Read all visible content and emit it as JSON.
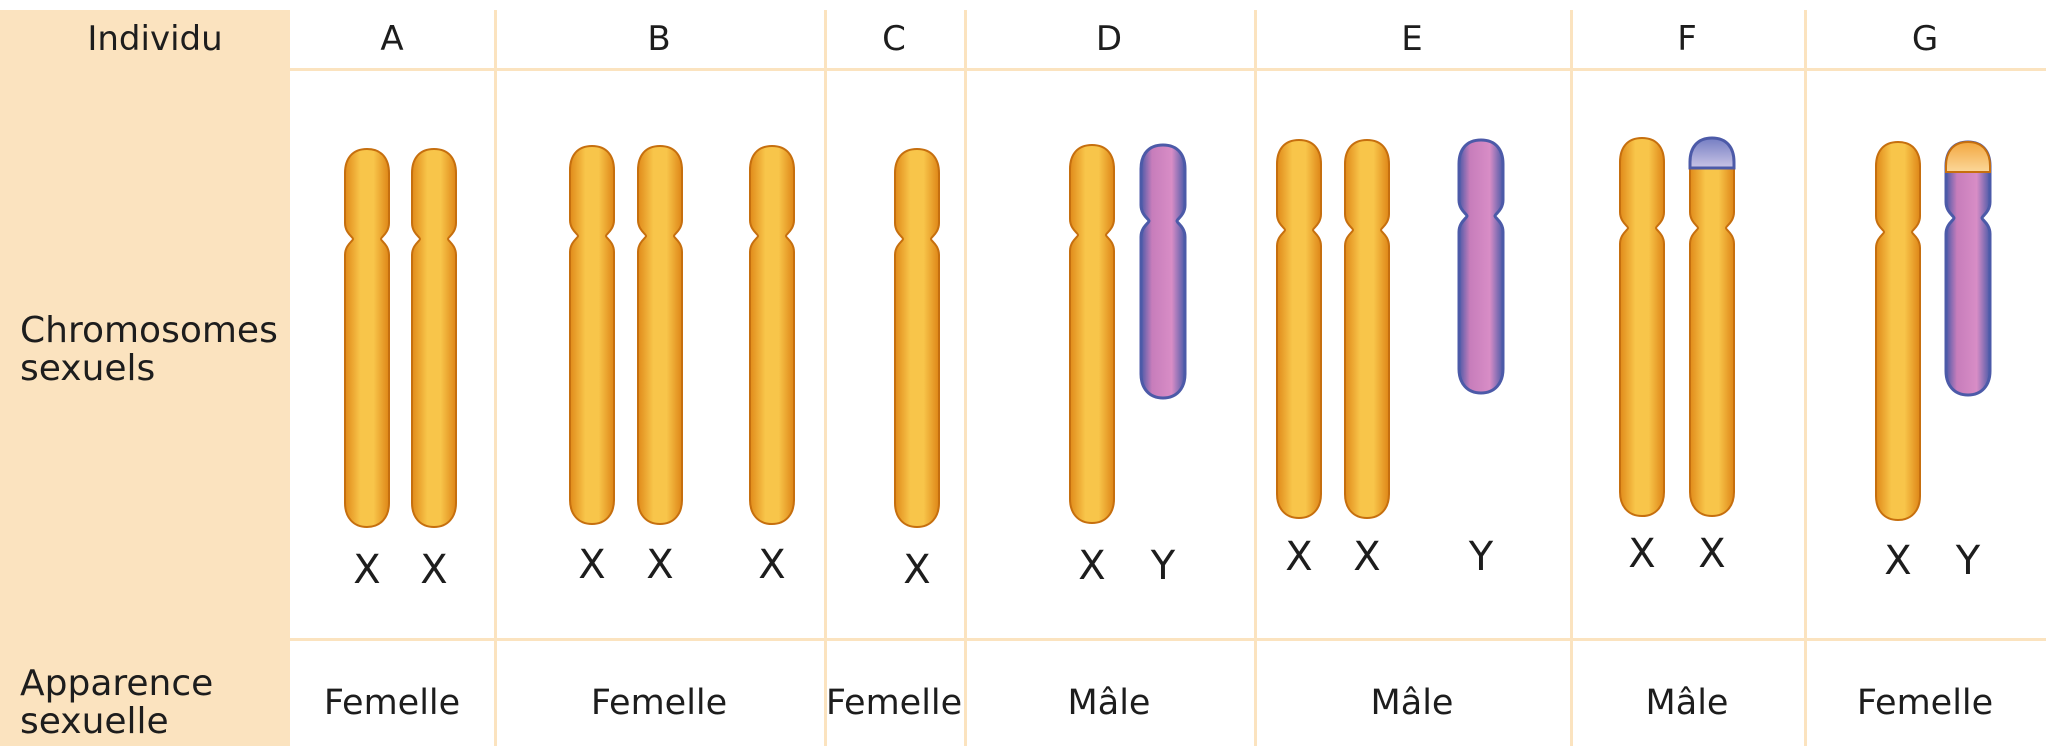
{
  "header": {
    "row_label": "Individu",
    "individuals": [
      "A",
      "B",
      "C",
      "D",
      "E",
      "F",
      "G"
    ]
  },
  "rows": {
    "chromosomes_label": "Chromosomes\nsexuels",
    "appearance_label": "Apparence\nsexuelle"
  },
  "appearance": [
    "Femelle",
    "Femelle",
    "Femelle",
    "Mâle",
    "Mâle",
    "Mâle",
    "Femelle"
  ],
  "chromosome_labels": {
    "A": [
      "X",
      "X"
    ],
    "B": [
      "X",
      "X",
      "X"
    ],
    "C": [
      "X"
    ],
    "D": [
      "X",
      "Y"
    ],
    "E": [
      "X",
      "X",
      "Y"
    ],
    "F": [
      "X",
      "X"
    ],
    "G": [
      "X",
      "Y"
    ]
  },
  "colors": {
    "x_chromosome": "#f5a623",
    "y_chromosome": "#c77dbb",
    "y_outline": "#4c5aa8",
    "label_background": "#fbe3bf"
  }
}
